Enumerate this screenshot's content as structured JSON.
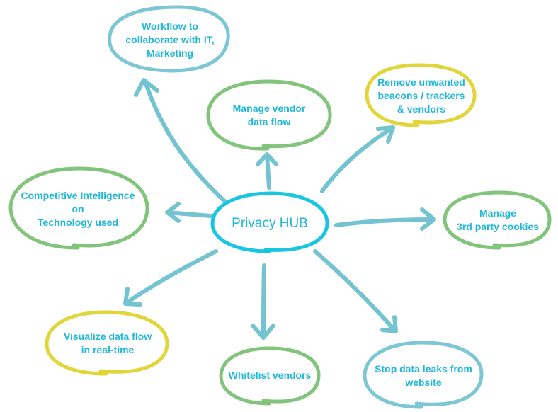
{
  "hub": {
    "label": "Privacy HUB"
  },
  "nodes": {
    "workflow": "Workflow to\ncollaborate with IT,\nMarketing",
    "vendor_flow": "Manage vendor\ndata flow",
    "remove_beacons": "Remove unwanted\nbeacons / trackers\n& vendors",
    "competitive": "Competitive Intelligence\non\nTechnology used",
    "cookies": "Manage\n3rd party cookies",
    "visualize": "Visualize data flow\nin real-time",
    "whitelist": "Whitelist vendors",
    "stop_leaks": "Stop data leaks from\nwebsite"
  },
  "colors": {
    "text": "#20b8d8",
    "arrow": "#74c3d1",
    "blue_ring": "#7cc6d6",
    "green_ring": "#82c47c",
    "yellow_ring": "#e0d63a",
    "hub_ring": "#18c6e4"
  }
}
